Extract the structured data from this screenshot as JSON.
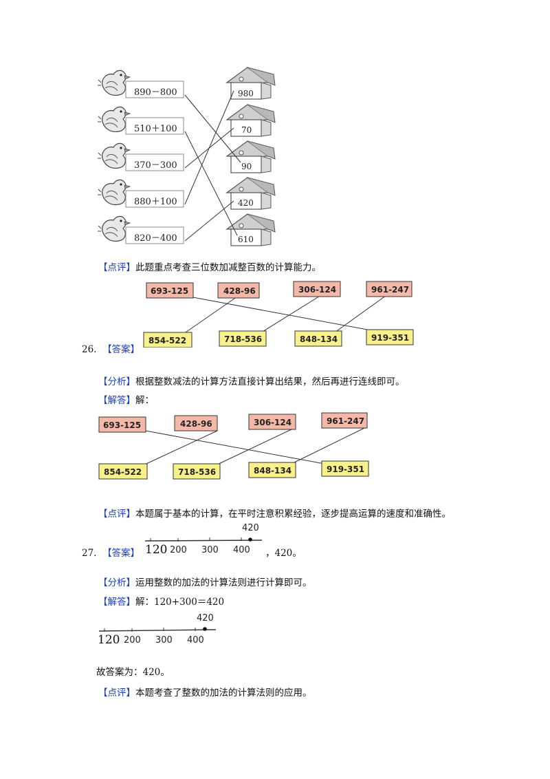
{
  "birds_houses": {
    "expressions": [
      "890－800",
      "510＋100",
      "370－300",
      "880＋100",
      "820－400"
    ],
    "houses": [
      "980",
      "70",
      "90",
      "420",
      "610"
    ]
  },
  "comment_25": {
    "tag": "【点评】",
    "text": "此题重点考查三位数加减整百数的计算能力。"
  },
  "q26": {
    "number": "26.",
    "answer_tag": "【答案】",
    "top_cards": [
      "693-125",
      "428-96",
      "306-124",
      "961-247"
    ],
    "bottom_cards": [
      "854-522",
      "718-536",
      "848-134",
      "919-351"
    ],
    "analysis_tag": "【分析】",
    "analysis_text": "根据整数减法的计算方法直接计算出结果，然后再进行连线即可。",
    "solution_tag": "【解答】",
    "solution_text": "解：",
    "comment_tag": "【点评】",
    "comment_text": "本题属于基本的计算，在平时注意积累经验，逐步提高运算的速度和准确性。"
  },
  "q27": {
    "number": "27.",
    "answer_tag": "【答案】",
    "answer_suffix": "，420。",
    "numberline": {
      "ticks": [
        "120",
        "200",
        "300",
        "400"
      ],
      "point_label": "420"
    },
    "analysis_tag": "【分析】",
    "analysis_text": "运用整数的加法的计算法则进行计算即可。",
    "solution_tag": "【解答】",
    "solution_text": "解：120+300＝420",
    "final_text": "故答案为：420。",
    "comment_tag": "【点评】",
    "comment_text": "本题考查了整数的加法的计算法则的应用。"
  },
  "colors": {
    "tag_blue": "#1a3fb8",
    "card_pink": "#f4b8a8",
    "card_yellow": "#f8f08a"
  }
}
